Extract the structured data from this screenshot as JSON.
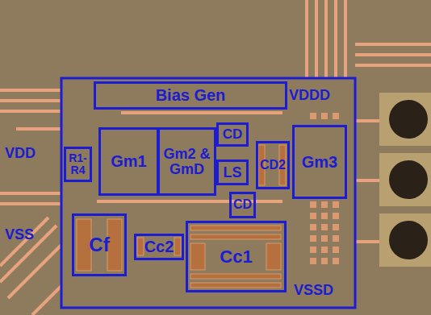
{
  "diagram": {
    "nodes": [
      {
        "text": [
          "Bias Gen"
        ]
      },
      {
        "text": [
          "CD"
        ]
      },
      {
        "text": [
          "R1- R4"
        ]
      },
      {
        "text": [
          "Gm1"
        ]
      },
      {
        "text": [
          "Gm2 & GmD"
        ]
      },
      {
        "text": [
          "CD2"
        ]
      },
      {
        "text": [
          "Gm3"
        ]
      },
      {
        "text": [
          "LS"
        ]
      },
      {
        "text": [
          "CD"
        ]
      },
      {
        "text": [
          "Cf"
        ]
      },
      {
        "text": [
          "Cc2"
        ]
      },
      {
        "text": [
          "Cc1"
        ]
      }
    ],
    "labels": [
      "VDD",
      "VDDD",
      "VSS",
      "VSSD"
    ]
  }
}
